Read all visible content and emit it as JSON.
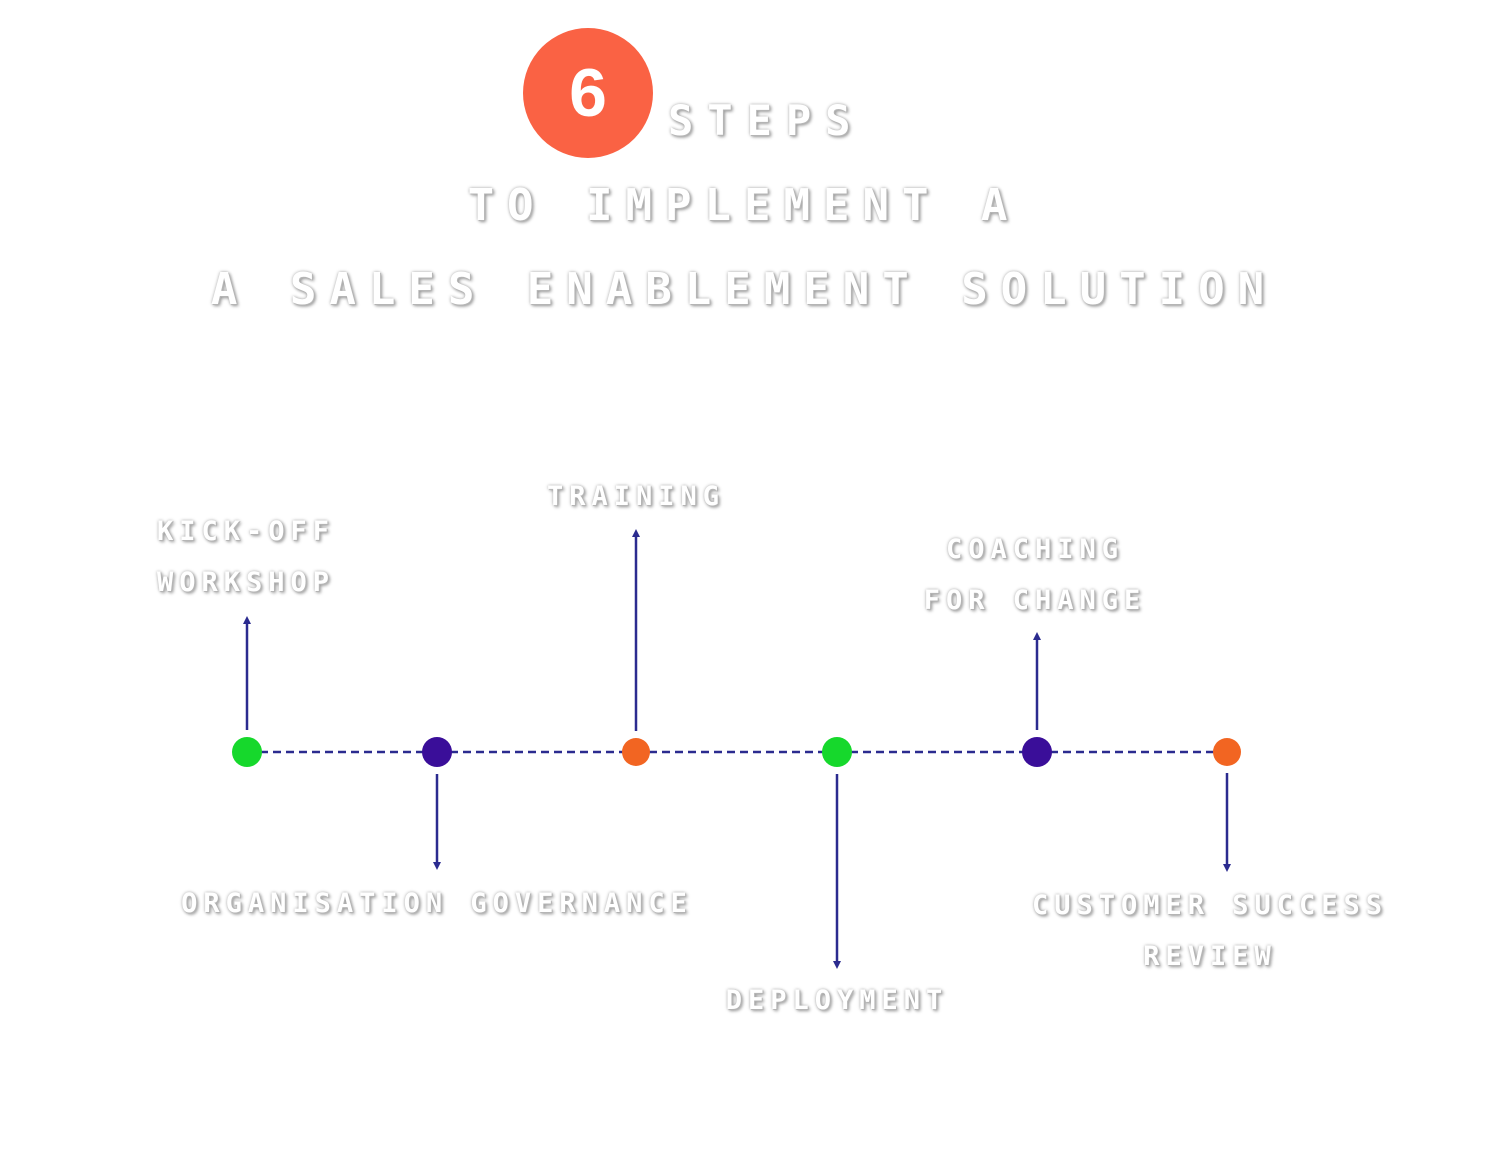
{
  "header": {
    "number": "6",
    "word": "STEPS",
    "line2": "TO IMPLEMENT A",
    "line3": "A SALES ENABLEMENT SOLUTION"
  },
  "steps": [
    {
      "label_lines": [
        "KICK-OFF",
        "WORKSHOP"
      ],
      "color": "#16d82c"
    },
    {
      "label_lines": [
        "ORGANISATION GOVERNANCE"
      ],
      "color": "#3a0e99"
    },
    {
      "label_lines": [
        "TRAINING"
      ],
      "color": "#f26522"
    },
    {
      "label_lines": [
        "DEPLOYMENT"
      ],
      "color": "#16d82c"
    },
    {
      "label_lines": [
        "COACHING",
        "FOR CHANGE"
      ],
      "color": "#3a0e99"
    },
    {
      "label_lines": [
        "CUSTOMER SUCCESS",
        "REVIEW"
      ],
      "color": "#f26522"
    }
  ],
  "colors": {
    "badge": "#fa6244",
    "line": "#2b2b8f",
    "arrow": "#2b2b8f"
  }
}
